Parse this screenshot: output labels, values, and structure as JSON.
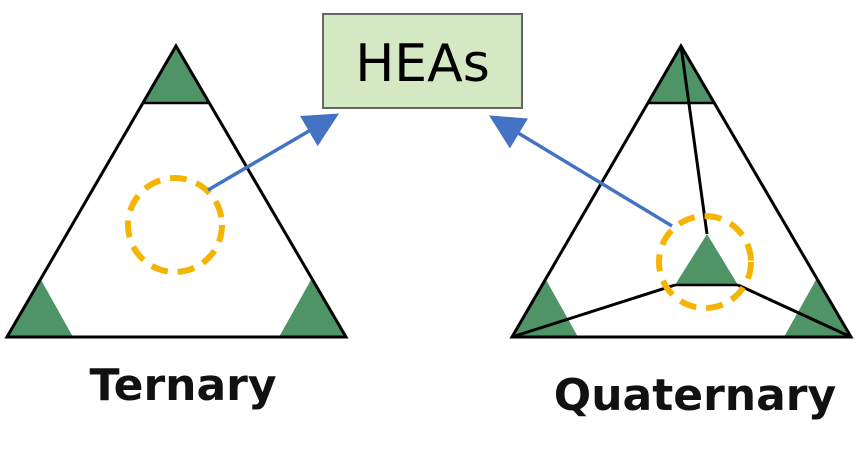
{
  "center_box": {
    "label": "HEAs"
  },
  "ternary": {
    "caption": "Ternary"
  },
  "quaternary": {
    "caption": "Quaternary"
  },
  "colors": {
    "box_fill": "#d5e8c4",
    "box_border": "#666666",
    "corner_fill": "#4f9466",
    "highlight_ring": "#f4b400",
    "arrow": "#4472c4",
    "outline": "#000000"
  }
}
